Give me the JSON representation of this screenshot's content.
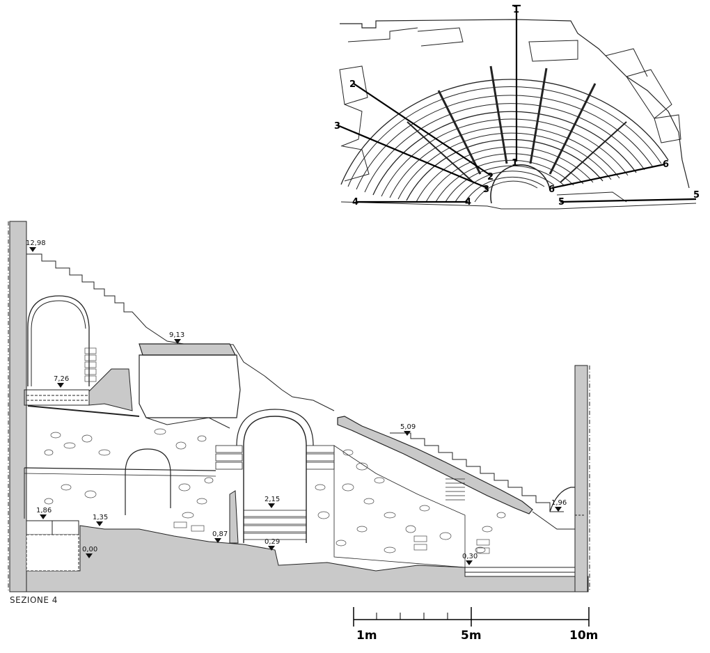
{
  "plan": {
    "section_markers": [
      "1",
      "1",
      "2",
      "2",
      "3",
      "3",
      "4",
      "4",
      "5",
      "5",
      "6",
      "6"
    ]
  },
  "section": {
    "title": "SEZIONE 4",
    "elevations": [
      "12,98",
      "9,13",
      "7,26",
      "5,09",
      "2,15",
      "1,86",
      "1,35",
      "1,96",
      "0,87",
      "0,29",
      "0,00",
      "0,30"
    ]
  },
  "scale_bar": {
    "labels": [
      "1m",
      "5m",
      "10m"
    ]
  }
}
